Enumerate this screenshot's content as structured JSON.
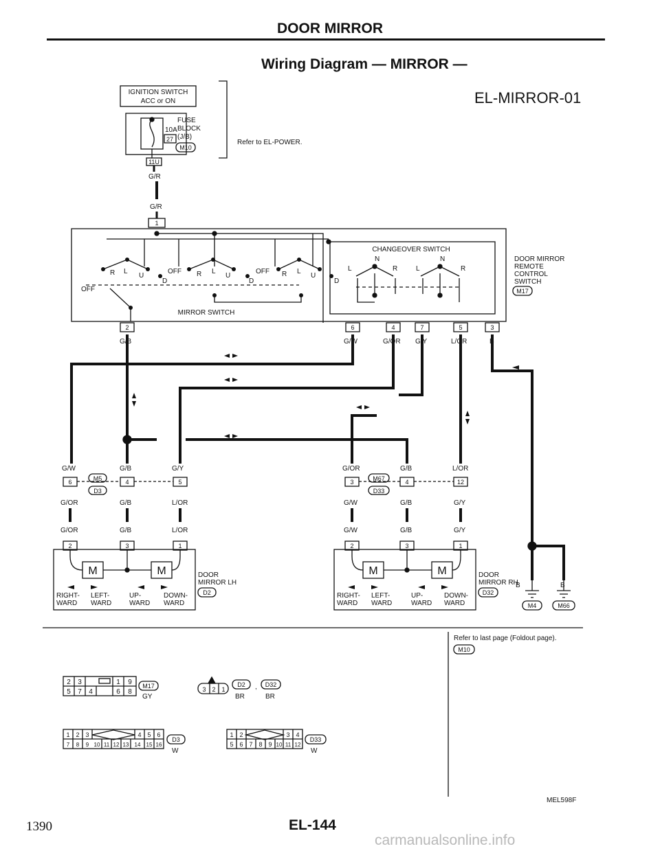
{
  "header": {
    "title": "DOOR MIRROR",
    "subtitle": "Wiring Diagram — MIRROR —",
    "diagram_id": "EL-MIRROR-01"
  },
  "power": {
    "ignition_switch": [
      "IGNITION SWITCH",
      "ACC or ON"
    ],
    "fuse_amp": "10A",
    "fuse_no": "27",
    "fuse_block": [
      "FUSE",
      "BLOCK",
      "(J/B)"
    ],
    "fuse_block_conn": "M10",
    "fuse_out_conn": "11U",
    "refer_power": "Refer to EL-POWER."
  },
  "wires": {
    "gr_1": "G/R",
    "gr_2": "G/R",
    "conn_1": "1",
    "sw_pins": [
      "2",
      "6",
      "4",
      "7",
      "5",
      "3"
    ],
    "sw_colors": [
      "G/B",
      "G/W",
      "G/OR",
      "G/Y",
      "L/OR",
      "B"
    ]
  },
  "switch": {
    "changeover_label": "CHANGEOVER SWITCH",
    "mirror_label": "MIRROR SWITCH",
    "name": [
      "DOOR MIRROR",
      "REMOTE",
      "CONTROL",
      "SWITCH"
    ],
    "conn": "M17",
    "pos_off": "OFF",
    "pos_r": "R",
    "pos_l": "L",
    "pos_u": "U",
    "pos_d": "D",
    "pos_n": "N"
  },
  "left_joint": {
    "conn_a": "M5",
    "conn_b": "D3",
    "pins": [
      "6",
      "4",
      "5"
    ],
    "colors_top": [
      "G/W",
      "G/B",
      "G/Y"
    ],
    "colors_bottom": [
      "G/OR",
      "G/B",
      "L/OR"
    ]
  },
  "right_joint": {
    "conn_a": "M67",
    "conn_b": "D33",
    "pins": [
      "3",
      "4",
      "12"
    ],
    "colors_top": [
      "G/OR",
      "G/B",
      "L/OR"
    ],
    "colors_bottom": [
      "G/W",
      "G/B",
      "G/Y"
    ]
  },
  "lh_mirror": {
    "wire_colors": [
      "G/OR",
      "G/B",
      "L/OR"
    ],
    "pins": [
      "2",
      "3",
      "1"
    ],
    "motor": "M",
    "name": [
      "DOOR",
      "MIRROR LH"
    ],
    "conn": "D2",
    "labels": [
      "RIGHT-",
      "WARD",
      "LEFT-",
      "WARD",
      "UP-",
      "WARD",
      "DOWN-",
      "WARD"
    ]
  },
  "rh_mirror": {
    "wire_colors": [
      "G/W",
      "G/B",
      "G/Y"
    ],
    "pins": [
      "2",
      "3",
      "1"
    ],
    "motor": "M",
    "name": [
      "DOOR",
      "MIRROR RH"
    ],
    "conn": "D32",
    "labels": [
      "RIGHT-",
      "WARD",
      "LEFT-",
      "WARD",
      "UP-",
      "WARD",
      "DOWN-",
      "WARD"
    ]
  },
  "ground": {
    "b1": "B",
    "b2": "B",
    "g1": "M4",
    "g2": "M66"
  },
  "connectors": {
    "refer_foldout": "Refer to last page (Foldout page).",
    "refer_conn": "M10",
    "m17": {
      "row1": [
        "2",
        "3",
        "",
        "1",
        "9"
      ],
      "row2": [
        "5",
        "7",
        "4",
        "",
        "6",
        "8"
      ],
      "label": "M17",
      "color": "GY"
    },
    "d2": {
      "pins": [
        "3",
        "2",
        "1"
      ],
      "label_a": "D2",
      "sep": ",",
      "label_b": "D32",
      "color_a": "BR",
      "color_b": "BR"
    },
    "d3": {
      "row1": [
        "1",
        "2",
        "3",
        "4",
        "5",
        "6"
      ],
      "row2": [
        "7",
        "8",
        "9",
        "10",
        "11",
        "12",
        "13",
        "14",
        "15",
        "16"
      ],
      "label": "D3",
      "color": "W"
    },
    "d33": {
      "row1": [
        "1",
        "2",
        "3",
        "4"
      ],
      "row2": [
        "5",
        "6",
        "7",
        "8",
        "9",
        "10",
        "11",
        "12"
      ],
      "label": "D33",
      "color": "W"
    }
  },
  "footer": {
    "page_number": "1390",
    "page_code": "EL-144",
    "figure_code": "MEL598F",
    "watermark": "carmanualsonline.info"
  }
}
